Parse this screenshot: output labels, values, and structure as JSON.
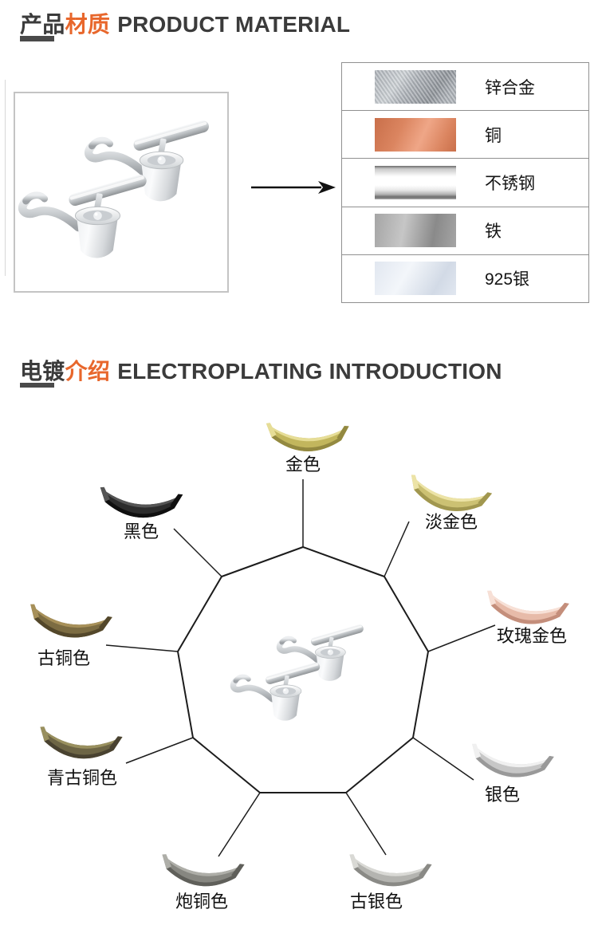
{
  "accent_color": "#e8672c",
  "text_dark": "#3b3b3b",
  "line_color": "#1c1c1c",
  "product_material": {
    "title_zh_primary": "产品",
    "title_zh_accent": "材质",
    "title_en": "PRODUCT MATERIAL",
    "materials": [
      {
        "name": "锌合金",
        "key": "zinc-alloy",
        "colors": {
          "base": "#acb1b7",
          "light": "#cbd0d4",
          "dark": "#8d9298"
        }
      },
      {
        "name": "铜",
        "key": "copper",
        "colors": {
          "base": "#db8560",
          "light": "#efa687",
          "dark": "#c96f4a"
        }
      },
      {
        "name": "不锈钢",
        "key": "stainless-steel",
        "colors": {
          "base": "#f6f6f6",
          "light": "#ffffff",
          "dark": "#6b6b6b"
        }
      },
      {
        "name": "铁",
        "key": "iron",
        "colors": {
          "base": "#a5a5a5",
          "light": "#c6c6c6",
          "dark": "#8a8a8a"
        }
      },
      {
        "name": "925银",
        "key": "silver-925",
        "colors": {
          "base": "#e1e7f0",
          "light": "#f3f6fa",
          "dark": "#d2dae6"
        }
      }
    ]
  },
  "electroplating": {
    "title_zh_primary": "电镀",
    "title_zh_accent": "介绍",
    "title_en": "ELECTROPLATING INTRODUCTION",
    "platings": [
      {
        "name": "金色",
        "key": "gold",
        "colors": {
          "highlight": "#e6dd97",
          "main": "#c2b65d",
          "shadow": "#938940"
        }
      },
      {
        "name": "淡金色",
        "key": "light-gold",
        "colors": {
          "highlight": "#ece3a6",
          "main": "#ccc173",
          "shadow": "#a1974f"
        }
      },
      {
        "name": "玫瑰金色",
        "key": "rose-gold",
        "colors": {
          "highlight": "#f7e0d6",
          "main": "#e7bba9",
          "shadow": "#c48e7b"
        }
      },
      {
        "name": "银色",
        "key": "silver",
        "colors": {
          "highlight": "#f0f0f0",
          "main": "#c7c7c7",
          "shadow": "#999999"
        }
      },
      {
        "name": "古银色",
        "key": "antique-silver",
        "colors": {
          "highlight": "#d9d9d5",
          "main": "#b4b4b0",
          "shadow": "#8a8a86"
        }
      },
      {
        "name": "炮铜色",
        "key": "gunmetal",
        "colors": {
          "highlight": "#aeaea8",
          "main": "#878781",
          "shadow": "#5f5f5a"
        }
      },
      {
        "name": "青古铜色",
        "key": "green-bronze",
        "colors": {
          "highlight": "#99905f",
          "main": "#6d6545",
          "shadow": "#494230"
        }
      },
      {
        "name": "古铜色",
        "key": "antique-bronze",
        "colors": {
          "highlight": "#a79059",
          "main": "#7c6c42",
          "shadow": "#53472a"
        }
      },
      {
        "name": "黑色",
        "key": "black",
        "colors": {
          "highlight": "#555555",
          "main": "#2c2c2c",
          "shadow": "#0f0f0f"
        }
      }
    ]
  }
}
